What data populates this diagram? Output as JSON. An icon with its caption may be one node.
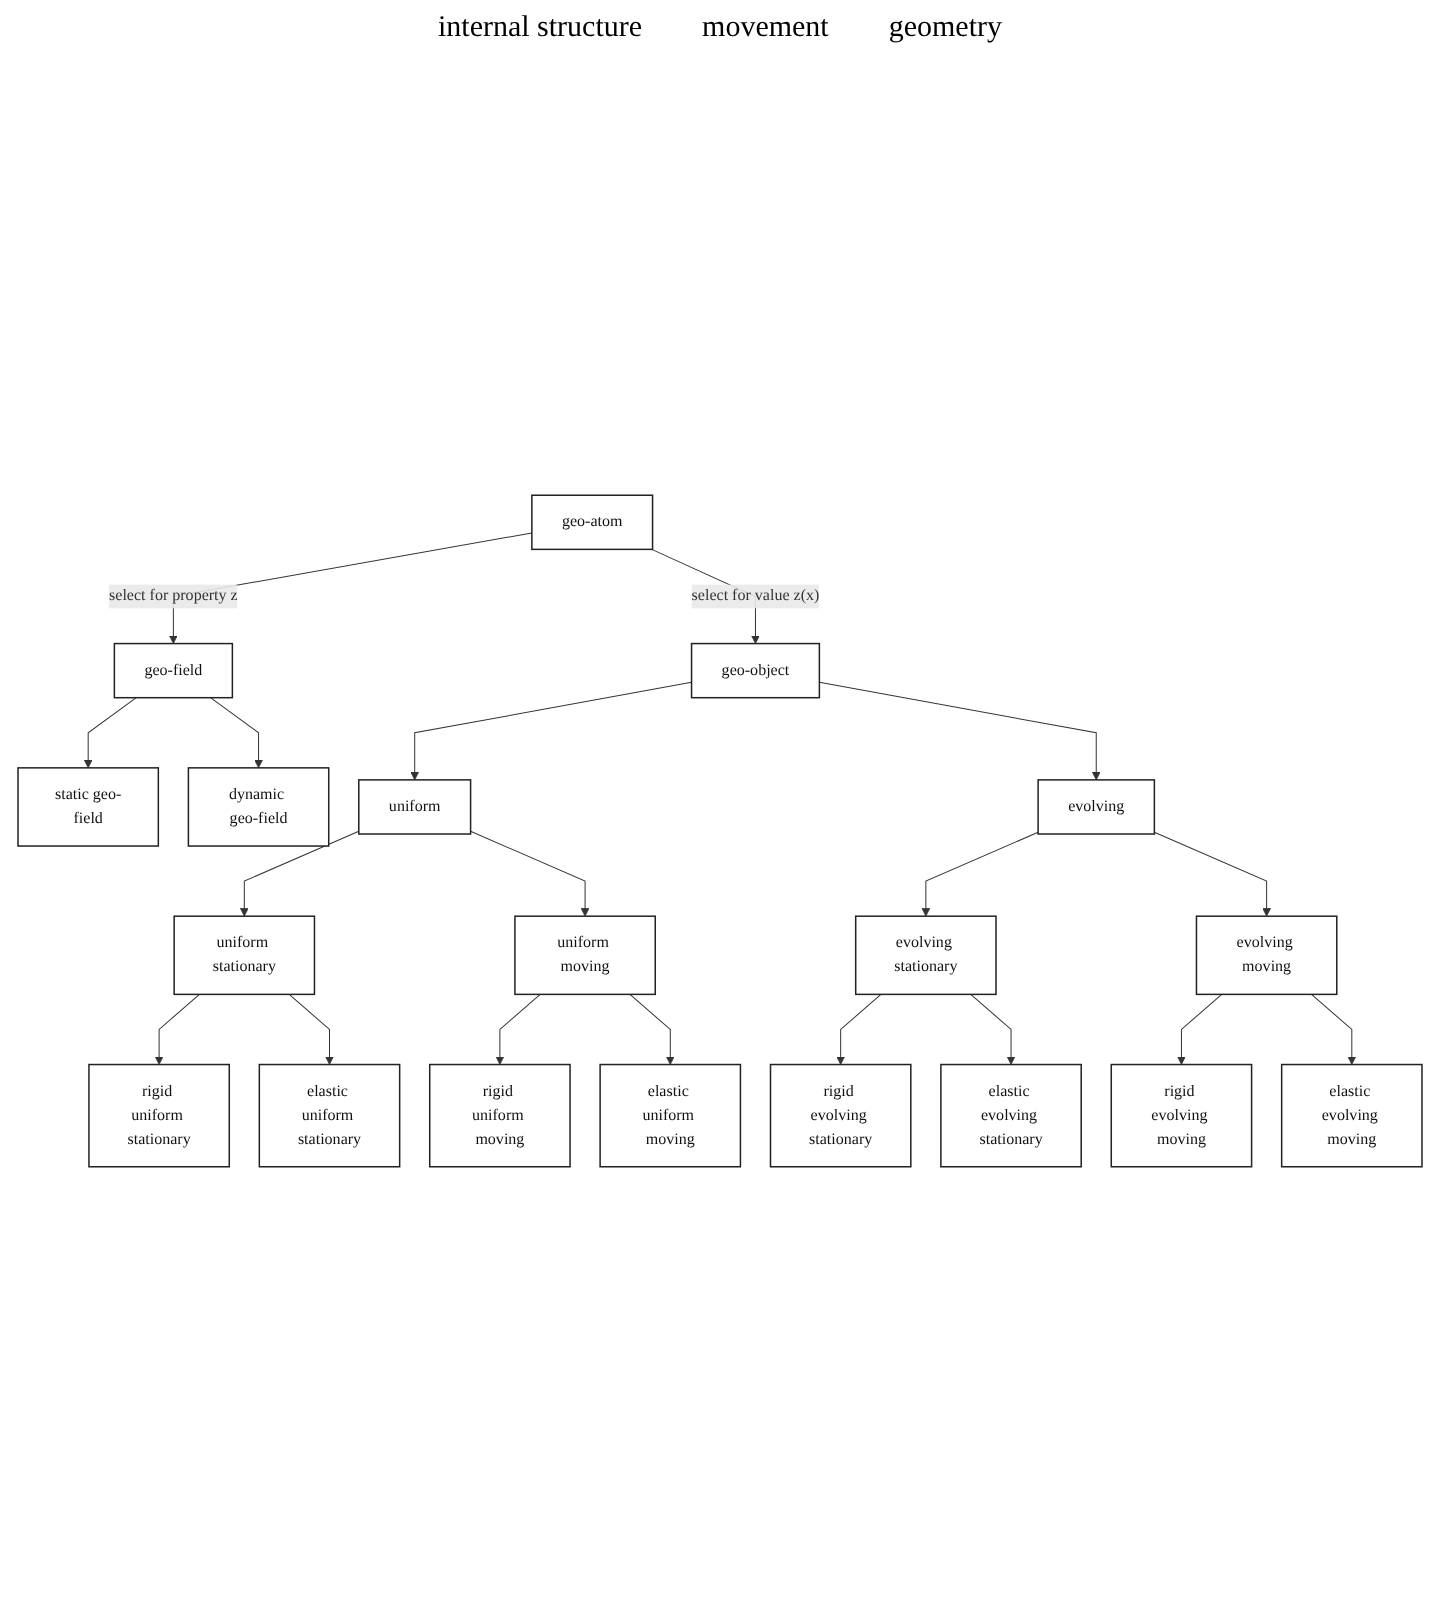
{
  "diagram": {
    "nodes": [
      {
        "text": [
          "geo-atom"
        ]
      },
      {
        "text": [
          "geo-field"
        ]
      },
      {
        "text": [
          "static geo-field"
        ]
      },
      {
        "text": [
          "dynamic geo-field"
        ]
      },
      {
        "text": [
          "geo-object"
        ]
      },
      {
        "text": [
          "uniform"
        ]
      },
      {
        "text": [
          "evolving"
        ]
      },
      {
        "text": [
          "uniform stationary"
        ]
      },
      {
        "text": [
          "uniform moving"
        ]
      },
      {
        "text": [
          "evolving stationary"
        ]
      },
      {
        "text": [
          "evolving moving"
        ]
      },
      {
        "text": [
          "rigid uniform stationary"
        ]
      },
      {
        "text": [
          "elastic uniform stationary"
        ]
      },
      {
        "text": [
          "rigid uniform moving"
        ]
      },
      {
        "text": [
          "elastic uniform moving"
        ]
      },
      {
        "text": [
          "rigid evolving stationary"
        ]
      },
      {
        "text": [
          "elastic evolving stationary"
        ]
      },
      {
        "text": [
          "rigid evolving moving"
        ]
      },
      {
        "text": [
          "elastic evolving moving"
        ]
      }
    ],
    "edges": [
      {
        "from": 0,
        "to": 1,
        "arrow": "to",
        "label": "select for property z"
      },
      {
        "from": 0,
        "to": 4,
        "arrow": "to",
        "label": "select for value z(x)"
      },
      {
        "from": 1,
        "to": 2,
        "arrow": "to"
      },
      {
        "from": 1,
        "to": 3,
        "arrow": "to"
      },
      {
        "from": 4,
        "to": 5,
        "arrow": "to"
      },
      {
        "from": 4,
        "to": 6,
        "arrow": "to"
      },
      {
        "from": 5,
        "to": 7,
        "arrow": "to"
      },
      {
        "from": 5,
        "to": 8,
        "arrow": "to"
      },
      {
        "from": 6,
        "to": 9,
        "arrow": "to"
      },
      {
        "from": 6,
        "to": 10,
        "arrow": "to"
      },
      {
        "from": 7,
        "to": 11,
        "arrow": "to"
      },
      {
        "from": 7,
        "to": 12,
        "arrow": "to"
      },
      {
        "from": 8,
        "to": 13,
        "arrow": "to"
      },
      {
        "from": 8,
        "to": 14,
        "arrow": "to"
      },
      {
        "from": 9,
        "to": 15,
        "arrow": "to"
      },
      {
        "from": 9,
        "to": 16,
        "arrow": "to"
      },
      {
        "from": 10,
        "to": 17,
        "arrow": "to"
      },
      {
        "from": 10,
        "to": 18,
        "arrow": "to"
      }
    ],
    "labels": [
      "internal structure",
      "movement",
      "geometry"
    ]
  }
}
